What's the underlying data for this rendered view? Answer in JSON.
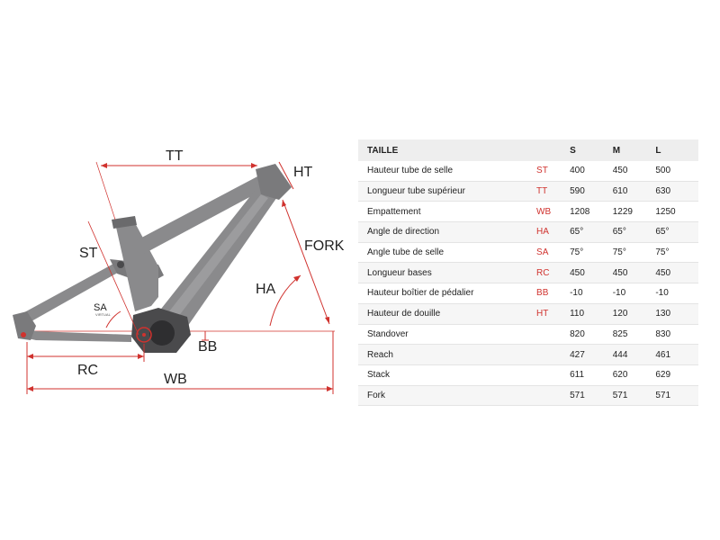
{
  "colors": {
    "frame": "#8a8a8c",
    "frame_dark": "#5a5a5c",
    "dimension": "#d0322e",
    "abbr": "#d0322e",
    "header_bg": "#eeeeee"
  },
  "diagram": {
    "labels": {
      "tt": "TT",
      "ht": "HT",
      "st": "ST",
      "fork": "FORK",
      "ha": "HA",
      "sa": "SA",
      "sa_sub": "VIRTUAL",
      "bb": "BB",
      "rc": "RC",
      "wb": "WB"
    }
  },
  "table": {
    "header": {
      "label": "TAILLE",
      "abbr": "",
      "sizes": [
        "S",
        "M",
        "L"
      ]
    },
    "rows": [
      {
        "label": "Hauteur tube de selle",
        "abbr": "ST",
        "values": [
          "400",
          "450",
          "500"
        ]
      },
      {
        "label": "Longueur tube supérieur",
        "abbr": "TT",
        "values": [
          "590",
          "610",
          "630"
        ]
      },
      {
        "label": "Empattement",
        "abbr": "WB",
        "values": [
          "1208",
          "1229",
          "1250"
        ]
      },
      {
        "label": "Angle de direction",
        "abbr": "HA",
        "values": [
          "65°",
          "65°",
          "65°"
        ]
      },
      {
        "label": "Angle tube de selle",
        "abbr": "SA",
        "values": [
          "75°",
          "75°",
          "75°"
        ]
      },
      {
        "label": "Longueur bases",
        "abbr": "RC",
        "values": [
          "450",
          "450",
          "450"
        ]
      },
      {
        "label": "Hauteur boîtier de pédalier",
        "abbr": "BB",
        "values": [
          "-10",
          "-10",
          "-10"
        ]
      },
      {
        "label": "Hauteur de douille",
        "abbr": "HT",
        "values": [
          "110",
          "120",
          "130"
        ]
      },
      {
        "label": "Standover",
        "abbr": "",
        "values": [
          "820",
          "825",
          "830"
        ]
      },
      {
        "label": "Reach",
        "abbr": "",
        "values": [
          "427",
          "444",
          "461"
        ]
      },
      {
        "label": "Stack",
        "abbr": "",
        "values": [
          "611",
          "620",
          "629"
        ]
      },
      {
        "label": "Fork",
        "abbr": "",
        "values": [
          "571",
          "571",
          "571"
        ]
      }
    ]
  }
}
